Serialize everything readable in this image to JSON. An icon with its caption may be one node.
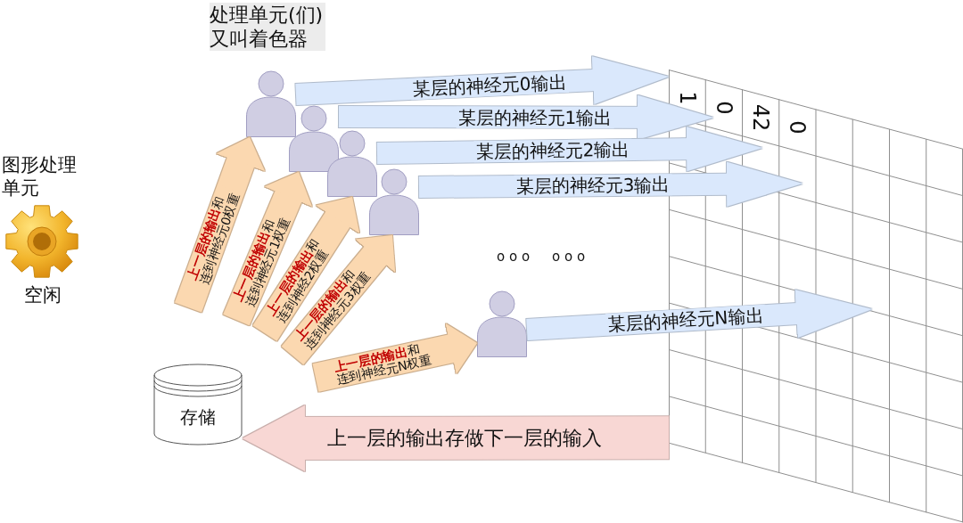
{
  "diagram": {
    "nodes": [
      {
        "text": [],
        "shape": "person"
      },
      {
        "text": [],
        "shape": "person"
      },
      {
        "text": [],
        "shape": "person"
      },
      {
        "text": [],
        "shape": "person"
      },
      {
        "text": [
          "1",
          "0",
          "42",
          "0"
        ]
      },
      {
        "text": [],
        "shape": "person"
      },
      {
        "text": [
          "存储"
        ]
      }
    ],
    "edges": [
      {
        "from": 0,
        "to": 4,
        "arrow": "to",
        "label": "某层的神经元0输出"
      },
      {
        "from": 1,
        "to": 4,
        "arrow": "to",
        "label": "某层的神经元1输出"
      },
      {
        "from": 2,
        "to": 4,
        "arrow": "to",
        "label": "某层的神经元2输出"
      },
      {
        "from": 3,
        "to": 4,
        "arrow": "to",
        "label": "某层的神经元3输出"
      },
      {
        "from": 5,
        "to": 4,
        "arrow": "to",
        "label": "某层的神经元N输出"
      },
      {
        "from": null,
        "to": 0,
        "arrow": "to",
        "label": "**上一层的输出**和连到神经元0权重",
        "color": "#fbd8b0"
      },
      {
        "from": null,
        "to": 1,
        "arrow": "to",
        "label": "**上一层的输出**和连到神经元1权重",
        "color": "#fbd8b0"
      },
      {
        "from": null,
        "to": 2,
        "arrow": "to",
        "label": "**上一层的输出**和连到神经2权重",
        "color": "#fbd8b0"
      },
      {
        "from": null,
        "to": 3,
        "arrow": "to",
        "label": "**上一层的输出**和连到神经元3权重",
        "color": "#fbd8b0"
      },
      {
        "from": null,
        "to": 5,
        "arrow": "to",
        "label": "**上一层的输出**和连到神经元N权重",
        "color": "#fbd8b0"
      },
      {
        "from": 4,
        "to": 6,
        "arrow": "to",
        "label": "上一层的输出存做下一层的输入",
        "color": "#f8d7d4"
      }
    ],
    "labels": [
      "处理单元(们)又叫着色器",
      "图形处理单元",
      "空闲",
      "o o o",
      "o o o"
    ]
  }
}
